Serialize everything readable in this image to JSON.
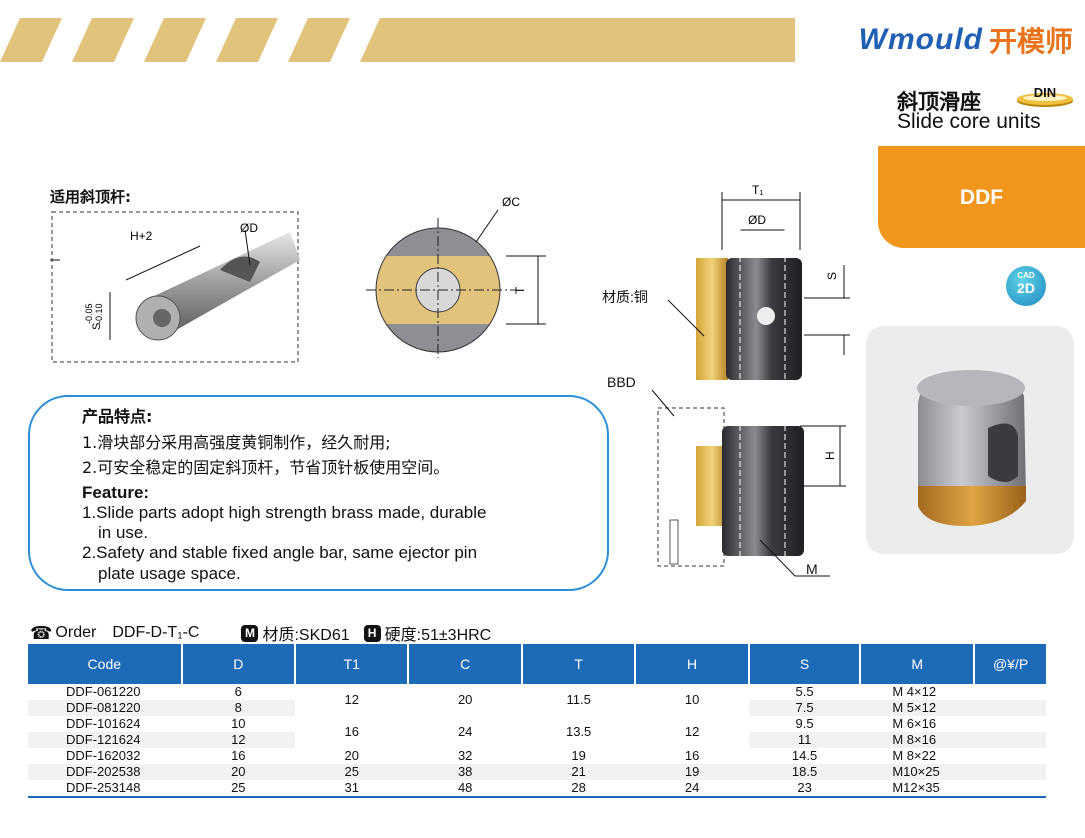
{
  "brand": {
    "name_en": "Wmould",
    "name_cn": "开模师"
  },
  "product": {
    "title_cn": "斜顶滑座",
    "title_en": "Slide core units",
    "standard_badge": "DIN",
    "code": "DDF",
    "cad_top": "CAD",
    "cad_main": "2D"
  },
  "drawing": {
    "applicable_label": "适用斜顶杆:",
    "dim_h_plus_2": "H+2",
    "dim_d": "ØD",
    "dim_s_tol": "S",
    "tol_upper": "-0.05",
    "tol_lower": "-0.10",
    "dim_c": "ØC",
    "dim_t": "T",
    "dim_t1": "T₁",
    "dim_d2": "ØD",
    "dim_s": "S",
    "material_label": "材质:铜",
    "bbd_label": "BBD",
    "dim_h": "H",
    "dim_m": "M"
  },
  "features": {
    "heading_cn": "产品特点:",
    "items_cn": [
      "1.滑块部分采用高强度黄铜制作，经久耐用;",
      "2.可安全稳定的固定斜顶杆，节省顶针板使用空间。"
    ],
    "heading_en": "Feature:",
    "items_en": [
      "1.Slide parts adopt high strength brass made, durable",
      "in use.",
      "2.Safety and stable fixed angle bar, same ejector pin",
      "plate usage space."
    ]
  },
  "order": {
    "order_label": "Order",
    "order_code": "DDF-D-T₁-C",
    "material_icon": "M",
    "material": "材质:SKD61",
    "hardness_icon": "H",
    "hardness": "硬度:51±3HRC"
  },
  "table": {
    "headers": [
      "Code",
      "D",
      "T1",
      "C",
      "T",
      "H",
      "S",
      "M",
      "@¥/P"
    ],
    "codes": [
      "DDF-061220",
      "DDF-081220",
      "DDF-101624",
      "DDF-121624",
      "DDF-162032",
      "DDF-202538",
      "DDF-253148"
    ],
    "d": [
      "6",
      "8",
      "10",
      "12",
      "16",
      "20",
      "25"
    ],
    "group1": {
      "t1": "12",
      "c": "20",
      "t": "11.5",
      "h": "10"
    },
    "group2": {
      "t1": "16",
      "c": "24",
      "t": "13.5",
      "h": "12"
    },
    "rows_tail": [
      {
        "t1": "20",
        "c": "32",
        "t": "19",
        "h": "16"
      },
      {
        "t1": "25",
        "c": "38",
        "t": "21",
        "h": "19"
      },
      {
        "t1": "31",
        "c": "48",
        "t": "28",
        "h": "24"
      }
    ],
    "s": [
      "5.5",
      "7.5",
      "9.5",
      "11",
      "14.5",
      "18.5",
      "23"
    ],
    "m": [
      "M  4×12",
      "M  5×12",
      "M  6×16",
      "M  8×16",
      "M  8×22",
      "M10×25",
      "M12×35"
    ]
  },
  "colors": {
    "gold": "#e2c37c",
    "blue": "#1c6ab8",
    "orange": "#f1961d",
    "brand_blue": "#1f5fb4",
    "brand_orange": "#e8731b"
  }
}
